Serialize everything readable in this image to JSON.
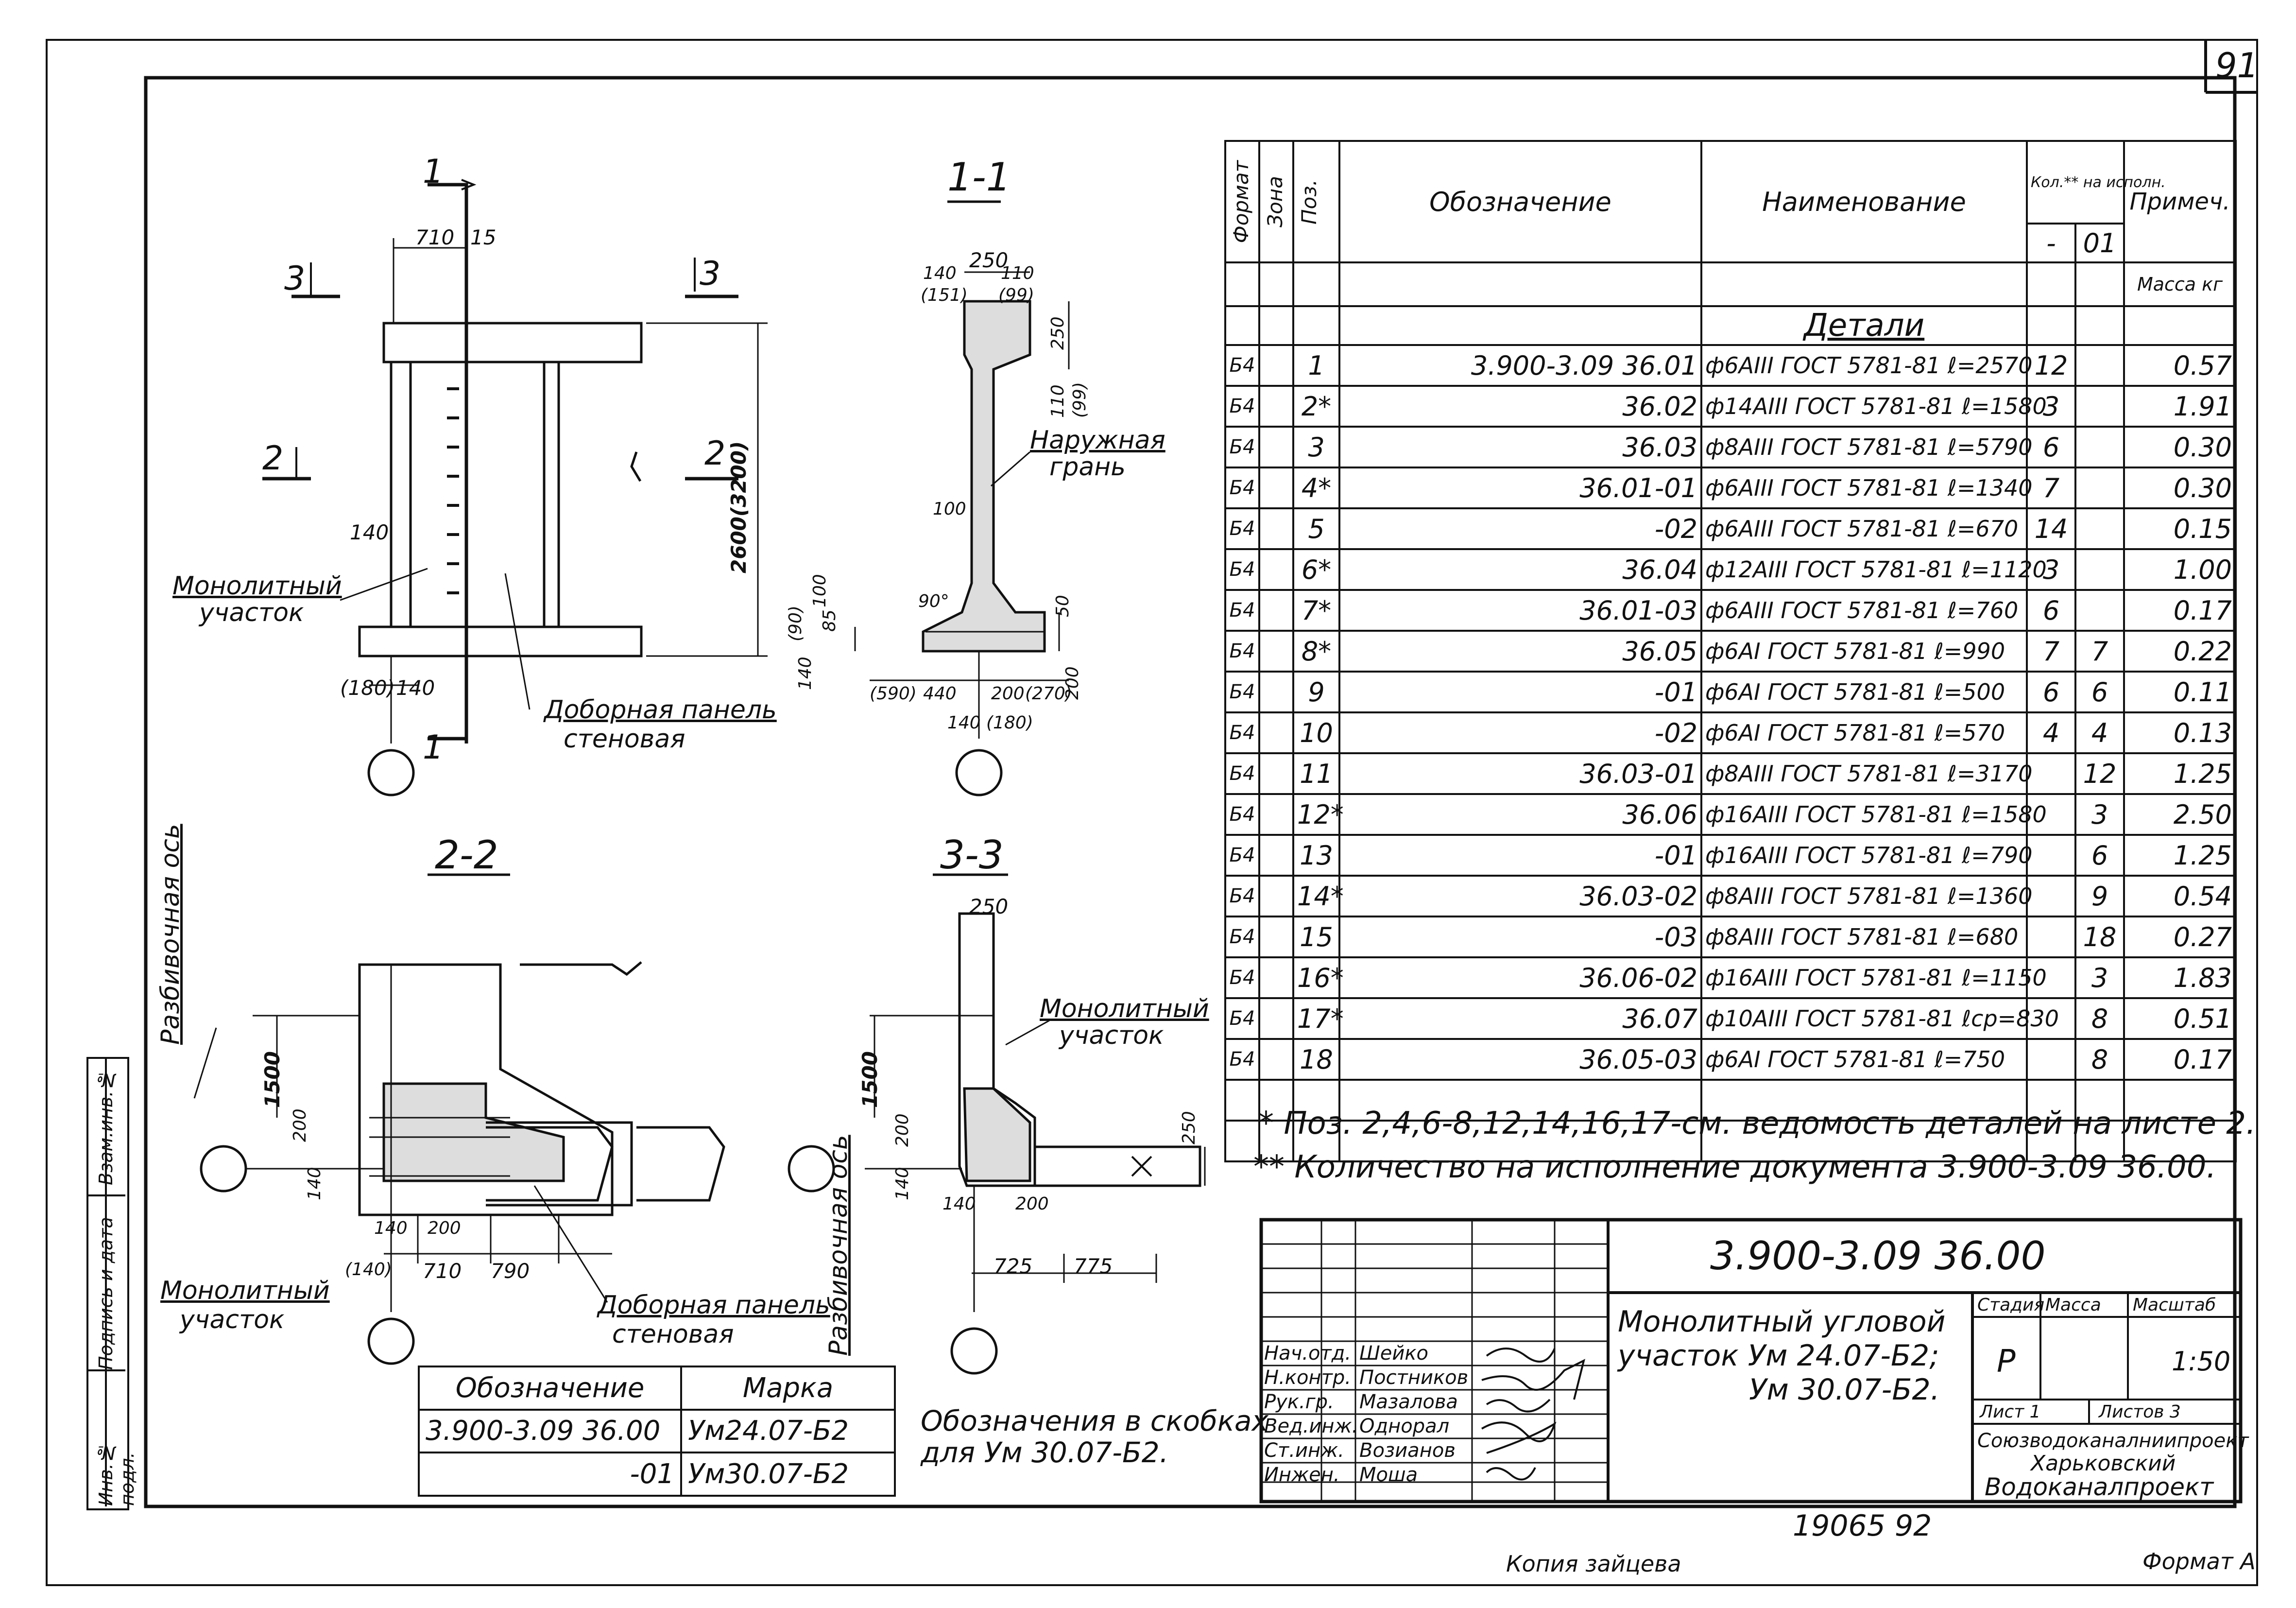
{
  "sheet_number": "91",
  "bottom_number": "19065   92",
  "bottom_copy_text": "Копия зайцева",
  "bottom_format_text": "Формат А",
  "left_stamp": [
    "Инв.№ подл.",
    "Подпись и дата",
    "Взам.инв.№"
  ],
  "spec_table": {
    "headers": {
      "format": "Формат",
      "zone": "Зона",
      "pos": "Поз.",
      "designation": "Обозначение",
      "name": "Наименование",
      "qty": "Кол.** на испoлн.",
      "qty_dash": "-",
      "qty_01": "01",
      "note": "Примеч.",
      "mass": "Масса кг"
    },
    "section": "Детали",
    "rows": [
      {
        "f": "Б4",
        "pos": "1",
        "des": "3.900-3.09   36.01",
        "name": "ф6АIII ГОСТ 5781-81 ℓ=2570",
        "q1": "12",
        "q2": "",
        "note": "0.57"
      },
      {
        "f": "Б4",
        "pos": "2*",
        "des": "36.02",
        "name": "ф14АIII ГОСТ 5781-81 ℓ=1580",
        "q1": "3",
        "q2": "",
        "note": "1.91"
      },
      {
        "f": "Б4",
        "pos": "3",
        "des": "36.03",
        "name": "ф8АIII ГОСТ 5781-81 ℓ=5790",
        "q1": "6",
        "q2": "",
        "note": "0.30"
      },
      {
        "f": "Б4",
        "pos": "4*",
        "des": "36.01-01",
        "name": "ф6АIII ГОСТ 5781-81 ℓ=1340",
        "q1": "7",
        "q2": "",
        "note": "0.30"
      },
      {
        "f": "Б4",
        "pos": "5",
        "des": "-02",
        "name": "ф6АIII ГОСТ 5781-81 ℓ=670",
        "q1": "14",
        "q2": "",
        "note": "0.15"
      },
      {
        "f": "Б4",
        "pos": "6*",
        "des": "36.04",
        "name": "ф12АIII ГОСТ 5781-81 ℓ=1120",
        "q1": "3",
        "q2": "",
        "note": "1.00"
      },
      {
        "f": "Б4",
        "pos": "7*",
        "des": "36.01-03",
        "name": "ф6АIII ГОСТ 5781-81 ℓ=760",
        "q1": "6",
        "q2": "",
        "note": "0.17"
      },
      {
        "f": "Б4",
        "pos": "8*",
        "des": "36.05",
        "name": "ф6АI ГОСТ 5781-81 ℓ=990",
        "q1": "7",
        "q2": "7",
        "note": "0.22"
      },
      {
        "f": "Б4",
        "pos": "9",
        "des": "-01",
        "name": "ф6АI ГОСТ 5781-81 ℓ=500",
        "q1": "6",
        "q2": "6",
        "note": "0.11"
      },
      {
        "f": "Б4",
        "pos": "10",
        "des": "-02",
        "name": "ф6АI ГОСТ 5781-81 ℓ=570",
        "q1": "4",
        "q2": "4",
        "note": "0.13"
      },
      {
        "f": "Б4",
        "pos": "11",
        "des": "36.03-01",
        "name": "ф8АIII ГОСТ 5781-81 ℓ=3170",
        "q1": "",
        "q2": "12",
        "note": "1.25"
      },
      {
        "f": "Б4",
        "pos": "12*",
        "des": "36.06",
        "name": "ф16АIII ГОСТ 5781-81 ℓ=1580",
        "q1": "",
        "q2": "3",
        "note": "2.50"
      },
      {
        "f": "Б4",
        "pos": "13",
        "des": "-01",
        "name": "ф16АIII ГОСТ 5781-81 ℓ=790",
        "q1": "",
        "q2": "6",
        "note": "1.25"
      },
      {
        "f": "Б4",
        "pos": "14*",
        "des": "36.03-02",
        "name": "ф8АIII ГОСТ 5781-81 ℓ=1360",
        "q1": "",
        "q2": "9",
        "note": "0.54"
      },
      {
        "f": "Б4",
        "pos": "15",
        "des": "-03",
        "name": "ф8АIII ГОСТ 5781-81 ℓ=680",
        "q1": "",
        "q2": "18",
        "note": "0.27"
      },
      {
        "f": "Б4",
        "pos": "16*",
        "des": "36.06-02",
        "name": "ф16АIII ГОСТ 5781-81 ℓ=1150",
        "q1": "",
        "q2": "3",
        "note": "1.83"
      },
      {
        "f": "Б4",
        "pos": "17*",
        "des": "36.07",
        "name": "ф10АIII ГОСТ 5781-81 ℓср=830",
        "q1": "",
        "q2": "8",
        "note": "0.51"
      },
      {
        "f": "Б4",
        "pos": "18",
        "des": "36.05-03",
        "name": "ф6АI ГОСТ 5781-81 ℓ=750",
        "q1": "",
        "q2": "8",
        "note": "0.17"
      }
    ]
  },
  "notes": [
    "*  Поз. 2,4,6-8,12,14,16,17-см. ведомость деталей на листе 2.",
    "** Количество на исполнение документа 3.900-3.09 36.00."
  ],
  "title_block": {
    "doc_code": "3.900-3.09  36.00",
    "title": [
      "Монолитный угловой",
      "участок Ум 24.07-Б2;",
      "Ум 30.07-Б2."
    ],
    "stage_label": "Стадия",
    "mass_label": "Масса",
    "scale_label": "Масштаб",
    "stage": "Р",
    "scale": "1:50",
    "sheet": "Лист 1",
    "sheets": "Листов 3",
    "org": [
      "Союзводоканалниипроект",
      "Харьковский",
      "Водоканалпроект"
    ],
    "people": [
      {
        "role": "Нач.отд.",
        "name": "Шейко"
      },
      {
        "role": "Н.контр.",
        "name": "Постников"
      },
      {
        "role": "Рук.гр.",
        "name": "Мазалова"
      },
      {
        "role": "Вед.инж.",
        "name": "Однорал"
      },
      {
        "role": "Ст.инж.",
        "name": "Возианов"
      },
      {
        "role": "Инжен.",
        "name": "Моша"
      }
    ]
  },
  "marks_table": {
    "header": [
      "Обозначение",
      "Марка"
    ],
    "rows": [
      [
        "3.900-3.09   36.00",
        "Ум24.07-Б2"
      ],
      [
        "-01",
        "Ум30.07-Б2"
      ]
    ]
  },
  "drawings": {
    "section_1_1": "1-1",
    "section_2_2": "2-2",
    "section_3_3": "3-3",
    "monolith_label_1": [
      "Монолитный",
      "участок"
    ],
    "monolith_label_2": [
      "Монолитный",
      "участок"
    ],
    "monolith_label_3": [
      "Монолитный",
      "участок"
    ],
    "panel_label_1": [
      "Доборная панель",
      "стеновая"
    ],
    "panel_label_2": [
      "Доборная панель",
      "стеновая"
    ],
    "outer_face": [
      "Наружная",
      "грань"
    ],
    "axis_label_1": "Разбивочная ось",
    "axis_label_2": "Разбивочная ось",
    "brackets_note": [
      "Обозначения в скобках",
      "для Ум 30.07-Б2."
    ],
    "dims": {
      "d710": "710",
      "d15": "15",
      "d140": "140",
      "d180": "(180)",
      "d2600": "2600(3200)",
      "d250": "250",
      "d140b": "140",
      "d151": "(151)",
      "d110": "110",
      "d99": "(99)",
      "d250v": "250",
      "d110v": "110",
      "d99v": "(99)",
      "d100": "100",
      "d90deg": "90°",
      "d50": "50",
      "d90": "(90)",
      "d140c": "140",
      "d85": "85",
      "d100b": "100",
      "d590": "(590)",
      "d440": "440",
      "d200": "200",
      "d270": "(270)",
      "d200v": "200",
      "d140d": "140",
      "d180b": "(180)",
      "d1500": "1500",
      "d200c": "200",
      "d140e": "140",
      "d710b": "710",
      "d790": "790",
      "d140f": "140",
      "d200d": "200",
      "d140g": "(140)",
      "d1500b": "1500",
      "d200e": "200",
      "d140h": "140",
      "d250c": "250",
      "d250d": "250",
      "d140i": "140",
      "d200f": "200",
      "d725": "725",
      "d775": "775"
    },
    "cut_labels": [
      "1",
      "1",
      "3",
      "3",
      "2",
      "2"
    ]
  }
}
